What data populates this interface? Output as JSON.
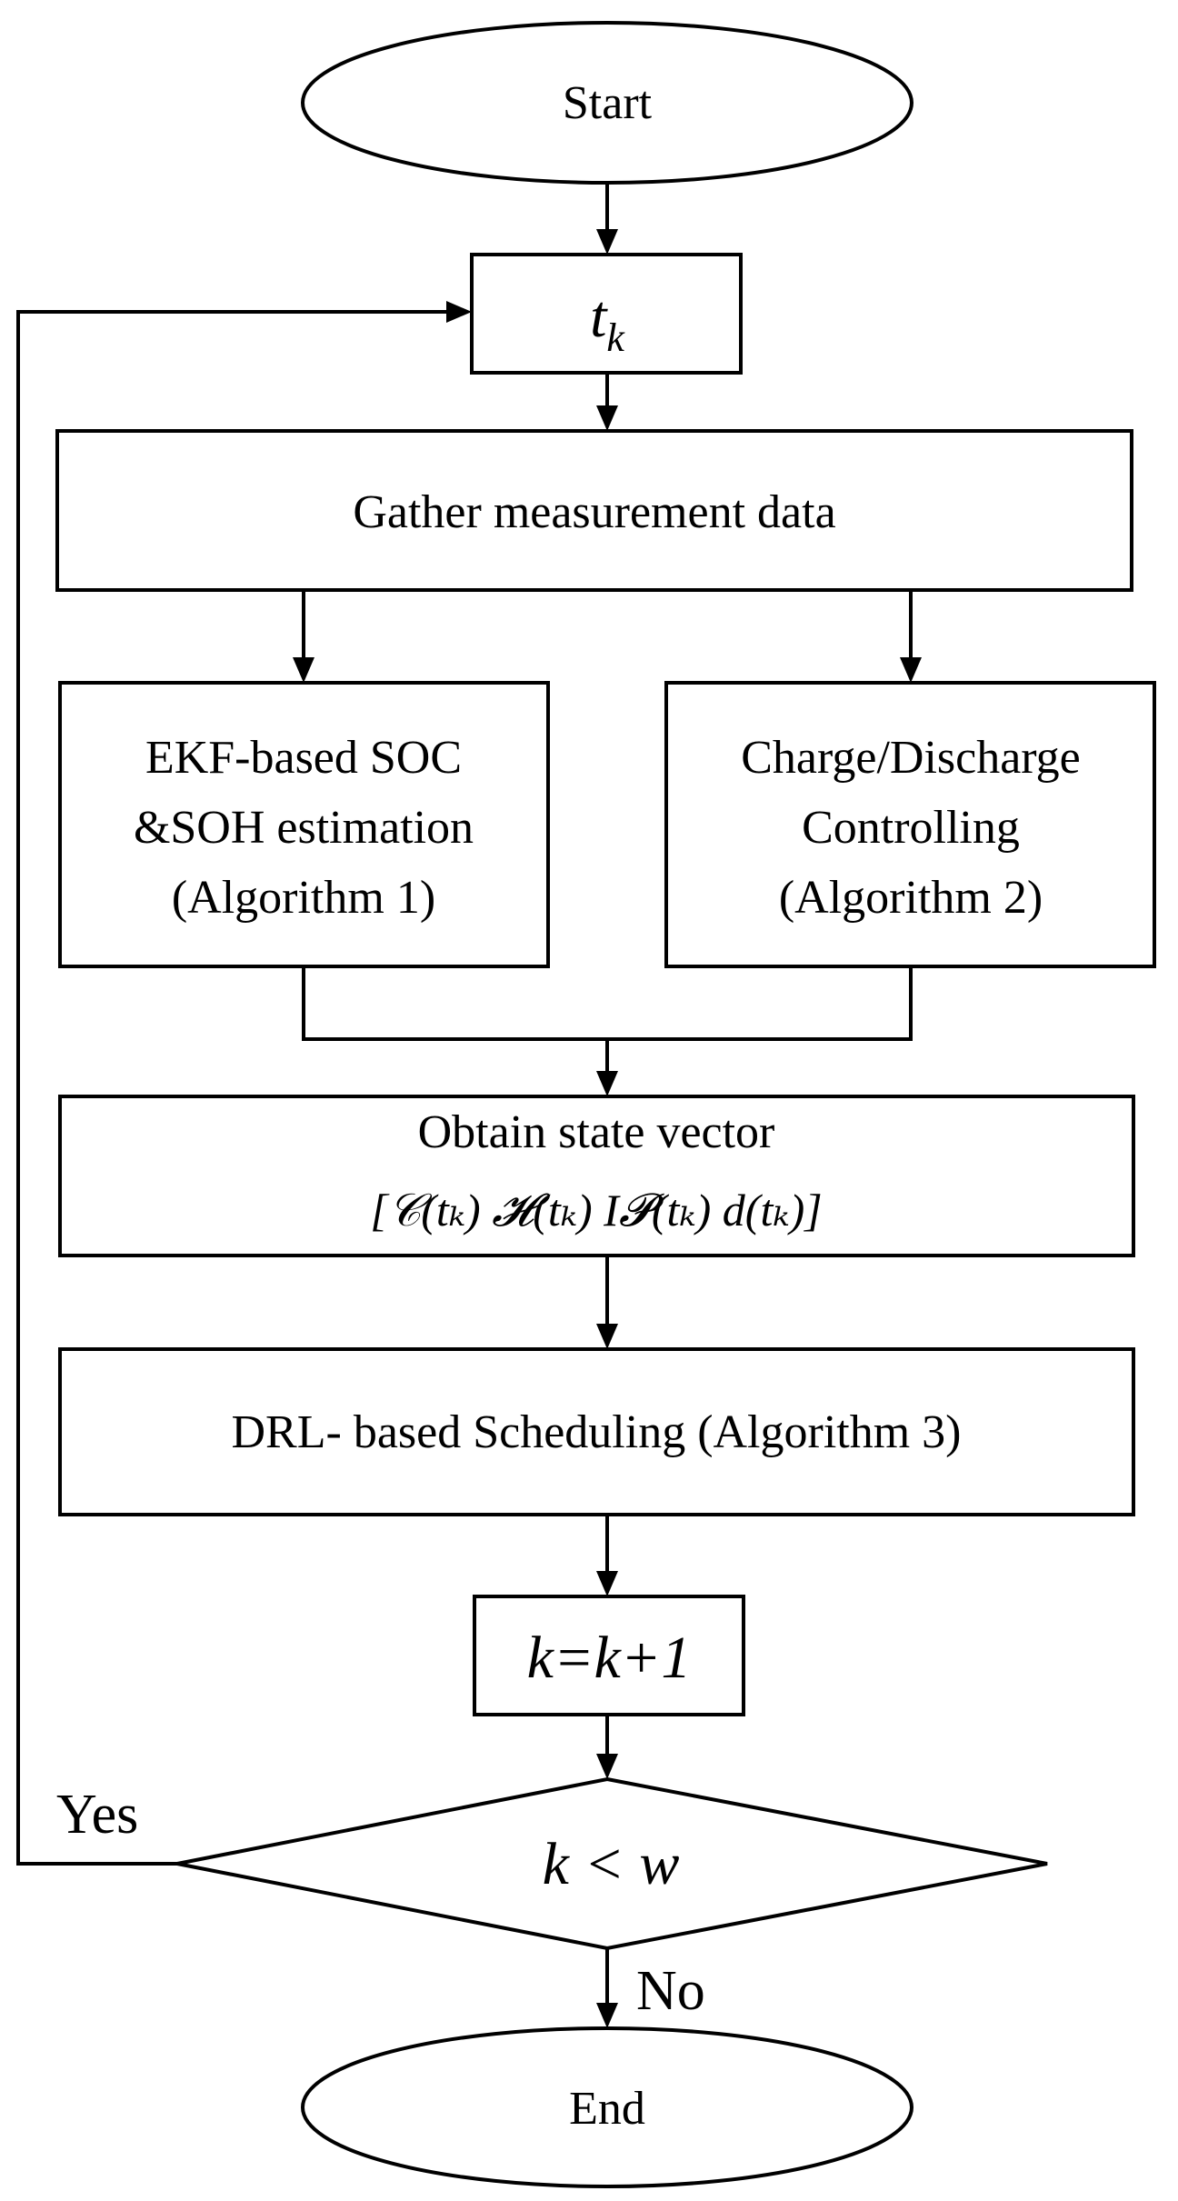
{
  "nodes": {
    "start": {
      "label": "Start"
    },
    "tk": {
      "label": "t",
      "sub": "k"
    },
    "gather": {
      "label": "Gather measurement data"
    },
    "ekf": {
      "lines": [
        "EKF-based SOC",
        "&SOH estimation",
        "(Algorithm 1)"
      ]
    },
    "charge": {
      "lines": [
        "Charge/Discharge",
        "Controlling",
        "(Algorithm 2)"
      ]
    },
    "state": {
      "line1": "Obtain state vector",
      "line2": "[𝒞(tₖ)  𝓗(tₖ) I𝓟(tₖ) d(tₖ)]"
    },
    "drl": {
      "label": "DRL- based Scheduling (Algorithm 3)"
    },
    "increment": {
      "label": "k=k+1"
    },
    "decision": {
      "label": "k < w"
    },
    "end": {
      "label": "End"
    }
  },
  "edge_labels": {
    "yes": "Yes",
    "no": "No"
  }
}
